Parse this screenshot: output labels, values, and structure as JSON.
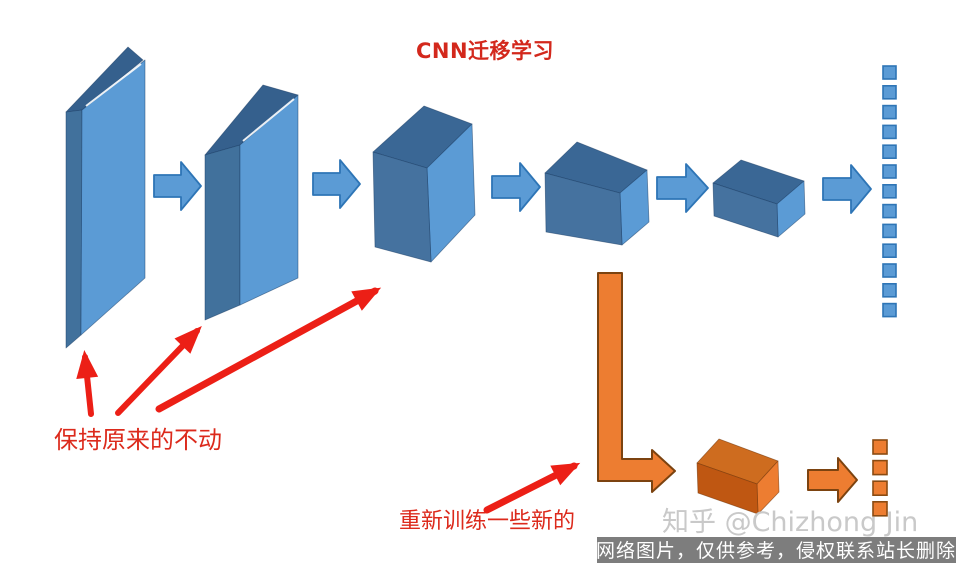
{
  "title": {
    "text": "CNN迁移学习"
  },
  "labels": {
    "keep": "保持原来的不动",
    "retrain": "重新训练一些新的"
  },
  "watermark": {
    "text": "知乎 @Chizhong Jin"
  },
  "footer": {
    "text": "网络图片，仅供参考，侵权联系站长删除"
  },
  "colors": {
    "title_red": "#D3281C",
    "label_red": "#DC2A1C",
    "arrow_red": "#EC1F16",
    "blue_face_light": "#5B9BD5",
    "blue_face_mid": "#45729F",
    "blue_face_dark": "#3A6795",
    "blue_side_dark": "#41719C",
    "blue_top_dark": "#35608D",
    "blue_stroke": "#2E75B6",
    "orange_fill": "#ED7D31",
    "orange_stroke": "#8A4B12",
    "orange_box_front": "#BF5712",
    "orange_box_top": "#CE6C1F",
    "orange_box_right": "#ED7D31",
    "watermark_gray": "#C9C9C9",
    "footer_bg": "#7D7D7D",
    "footer_fg": "#FFFFFF"
  },
  "output_vectors": {
    "blue_square_count": 13,
    "orange_square_count": 4
  }
}
